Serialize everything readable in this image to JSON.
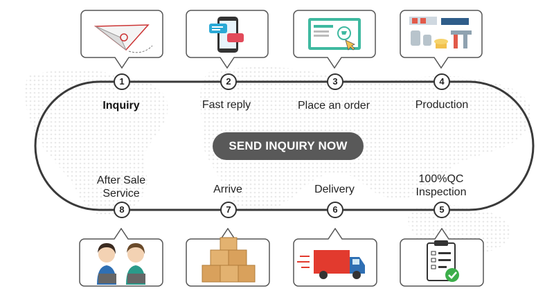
{
  "steps": [
    {
      "number": "1",
      "label": "Inquiry",
      "icon": "paper-plane-envelope-icon"
    },
    {
      "number": "2",
      "label": "Fast reply",
      "icon": "phone-chat-icon"
    },
    {
      "number": "3",
      "label": "Place an order",
      "icon": "monitor-cart-click-icon"
    },
    {
      "number": "4",
      "label": "Production",
      "icon": "factory-line-icon"
    },
    {
      "number": "5",
      "label": "100%QC Inspection",
      "label_line1": "100%QC",
      "label_line2": "Inspection",
      "icon": "clipboard-check-icon"
    },
    {
      "number": "6",
      "label": "Delivery",
      "icon": "delivery-truck-icon"
    },
    {
      "number": "7",
      "label": "Arrive",
      "icon": "stacked-boxes-icon"
    },
    {
      "number": "8",
      "label": "After Sale Service",
      "label_line1": "After Sale",
      "label_line2": "Service",
      "icon": "support-agents-icon"
    }
  ],
  "cta": {
    "label": "SEND INQUIRY NOW"
  },
  "colors": {
    "track": "#3a3a3a",
    "cta_bg": "#595959",
    "cta_text": "#ffffff",
    "bubble_border": "#555555",
    "map_dots": "#ececec"
  }
}
